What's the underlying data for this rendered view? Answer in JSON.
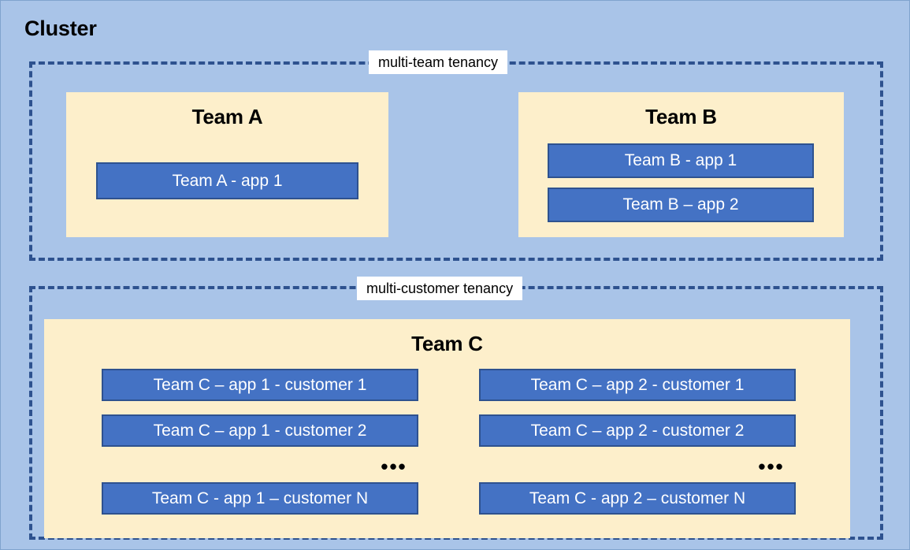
{
  "diagram": {
    "cluster_title": "Cluster",
    "background_color": "#A9C4E8",
    "card_color": "#FDEFCB",
    "app_color": "#4472C4",
    "border_color": "#2E528F",
    "regions": [
      {
        "id": "multi-team",
        "label": "multi-team tenancy",
        "teams": [
          {
            "id": "team-a",
            "title": "Team A",
            "apps": [
              {
                "label": "Team A - app 1"
              }
            ]
          },
          {
            "id": "team-b",
            "title": "Team B",
            "apps": [
              {
                "label": "Team B - app 1"
              },
              {
                "label": "Team B – app 2"
              }
            ]
          }
        ]
      },
      {
        "id": "multi-customer",
        "label": "multi-customer tenancy",
        "teams": [
          {
            "id": "team-c",
            "title": "Team C",
            "columns": [
              {
                "id": "app-1",
                "apps": [
                  {
                    "label": "Team C – app 1 - customer 1"
                  },
                  {
                    "label": "Team C – app 1 - customer 2"
                  },
                  {
                    "label": "Team C - app 1 – customer N"
                  }
                ],
                "ellipsis": "•••"
              },
              {
                "id": "app-2",
                "apps": [
                  {
                    "label": "Team C – app 2 - customer 1"
                  },
                  {
                    "label": "Team C – app 2 - customer 2"
                  },
                  {
                    "label": "Team C - app 2 – customer N"
                  }
                ],
                "ellipsis": "•••"
              }
            ]
          }
        ]
      }
    ]
  }
}
